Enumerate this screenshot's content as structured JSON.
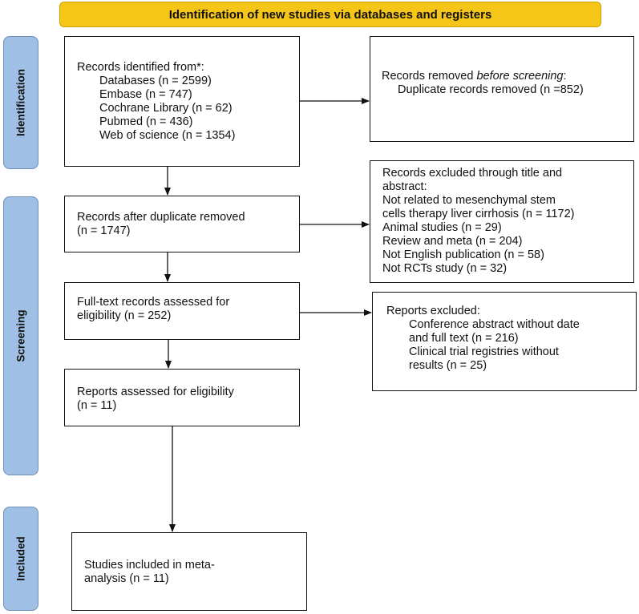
{
  "header": {
    "title": "Identification of new studies via databases and registers"
  },
  "phases": {
    "identification": "Identification",
    "screening": "Screening",
    "included": "Included"
  },
  "identified": {
    "title": "Records identified from*:",
    "lines": [
      "Databases (n = 2599)",
      "Embase (n = 747)",
      "Cochrane Library (n = 62)",
      "Pubmed (n = 436)",
      "Web of science (n = 1354)"
    ]
  },
  "removed": {
    "title_prefix": "Records removed ",
    "title_emphasis": "before screening",
    "title_suffix": ":",
    "line": "Duplicate records removed (n =852)"
  },
  "after_duplicates": {
    "line1": "Records after duplicate removed",
    "line2": "(n = 1747)"
  },
  "excluded_title": {
    "lines": [
      "Records excluded through title and",
      "abstract:",
      "Not related to mesenchymal stem",
      "cells therapy liver cirrhosis (n = 1172)",
      "Animal studies (n = 29)",
      "Review and meta (n = 204)",
      "Not English publication (n = 58)",
      "Not RCTs study (n = 32)"
    ]
  },
  "fulltext": {
    "line1": "Full-text records assessed for",
    "line2": "eligibility (n = 252)"
  },
  "reports_excluded": {
    "title": "Reports excluded:",
    "lines": [
      "Conference abstract without date",
      "and full text (n = 216)",
      "Clinical trial registries without",
      "results (n = 25)"
    ]
  },
  "reports_assessed": {
    "line1": "Reports assessed for eligibility",
    "line2": "(n = 11)"
  },
  "included": {
    "line1": "Studies included in meta-",
    "line2": "analysis (n = 11)"
  },
  "colors": {
    "header_fill": "#f5c518",
    "phase_fill": "#9fc0e4",
    "box_border": "#111111"
  }
}
